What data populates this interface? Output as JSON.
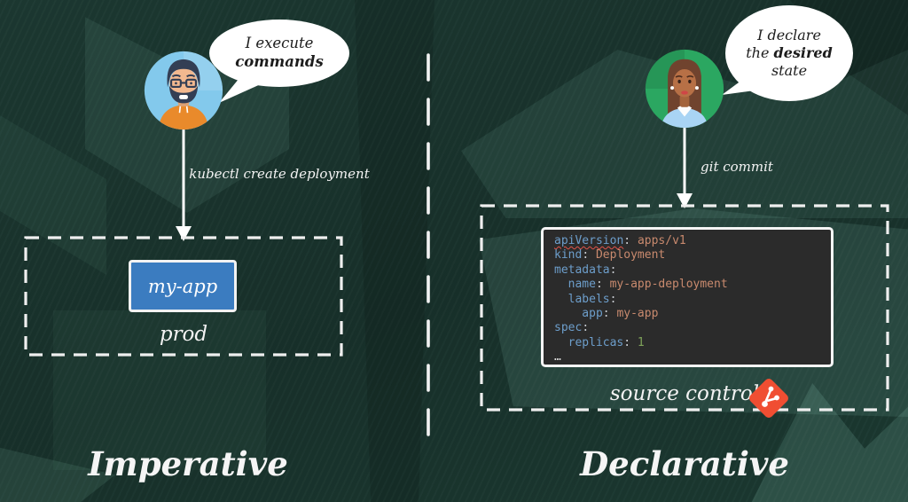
{
  "left": {
    "bubble_line1": "I execute",
    "bubble_line2": "commands",
    "command_label": "kubectl create deployment",
    "app_name": "my-app",
    "environment_label": "prod",
    "title": "Imperative"
  },
  "right": {
    "bubble_line1": "I declare",
    "bubble_line2_pre": "the ",
    "bubble_line2_bold": "desired",
    "bubble_line3": "state",
    "command_label": "git commit",
    "source_label": "source control",
    "title": "Declarative",
    "code_lines": [
      {
        "key": "apiVersion",
        "sep": ": ",
        "value": "apps/v1"
      },
      {
        "key": "kind",
        "sep": ": ",
        "value": "Deployment"
      },
      {
        "key": "metadata",
        "sep": ":",
        "value": ""
      },
      {
        "key": "name",
        "sep": ": ",
        "value": "my-app-deployment"
      },
      {
        "key": "labels",
        "sep": ":",
        "value": ""
      },
      {
        "key": "app",
        "sep": ": ",
        "value": "my-app"
      },
      {
        "key": "spec",
        "sep": ":",
        "value": ""
      },
      {
        "key": "replicas",
        "sep": ": ",
        "value": "1"
      },
      {
        "key": "",
        "sep": "",
        "value": "…"
      }
    ]
  },
  "icons": {
    "git": "git-logo-icon"
  },
  "colors": {
    "background": "#17302a",
    "divider": "#f2f2f2",
    "app_box_blue": "#3b7cc0",
    "code_background": "#2b2b2b",
    "code_key": "#6d9ecb",
    "code_value": "#c98a6e",
    "code_number": "#7fa35a",
    "git_orange": "#f04e32",
    "bubble": "#ffffff"
  }
}
